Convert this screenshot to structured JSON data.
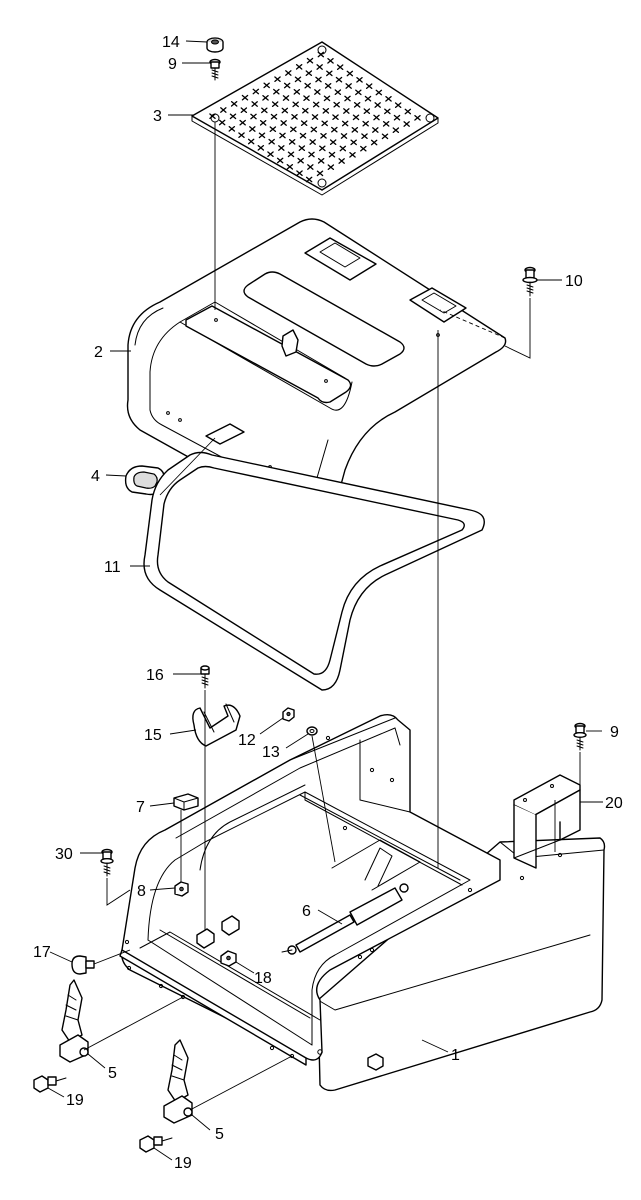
{
  "colors": {
    "line": "#000000",
    "background": "#ffffff",
    "fill": "#ffffff",
    "shade": "#dddddd"
  },
  "labels": [
    {
      "id": "14",
      "text": "14"
    },
    {
      "id": "9a",
      "text": "9"
    },
    {
      "id": "3",
      "text": "3"
    },
    {
      "id": "10",
      "text": "10"
    },
    {
      "id": "2",
      "text": "2"
    },
    {
      "id": "4",
      "text": "4"
    },
    {
      "id": "11",
      "text": "11"
    },
    {
      "id": "16",
      "text": "16"
    },
    {
      "id": "15",
      "text": "15"
    },
    {
      "id": "12",
      "text": "12"
    },
    {
      "id": "13",
      "text": "13"
    },
    {
      "id": "9b",
      "text": "9"
    },
    {
      "id": "7",
      "text": "7"
    },
    {
      "id": "20",
      "text": "20"
    },
    {
      "id": "30",
      "text": "30"
    },
    {
      "id": "8",
      "text": "8"
    },
    {
      "id": "6",
      "text": "6"
    },
    {
      "id": "17",
      "text": "17"
    },
    {
      "id": "18",
      "text": "18"
    },
    {
      "id": "5a",
      "text": "5"
    },
    {
      "id": "1",
      "text": "1"
    },
    {
      "id": "19a",
      "text": "19"
    },
    {
      "id": "5b",
      "text": "5"
    },
    {
      "id": "19b",
      "text": "19"
    }
  ]
}
